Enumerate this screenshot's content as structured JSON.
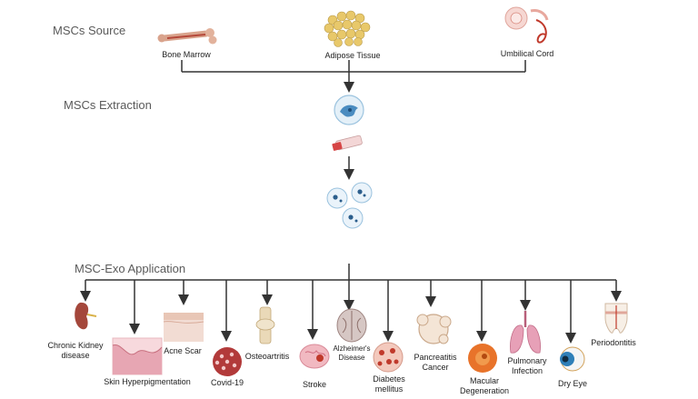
{
  "sections": {
    "source": "MSCs Source",
    "extraction": "MSCs Extraction",
    "application": "MSC-Exo Application"
  },
  "sources": {
    "bone_marrow": "Bone Marrow",
    "adipose": "Adipose Tissue",
    "umbilical": "Umbilical Cord"
  },
  "applications": {
    "ckd": "Chronic Kidney disease",
    "skin": "Skin Hyperpigmentation",
    "acne": "Acne Scar",
    "covid": "Covid-19",
    "oa": "Osteoartritis",
    "stroke": "Stroke",
    "alz": "Alzheimer's Disease",
    "diabetes": "Diabetes mellitus",
    "pancreatitis": "Pancreatitis Cancer",
    "macular": "Macular Degeneration",
    "pulmonary": "Pulmonary Infection",
    "dryeye": "Dry Eye",
    "perio": "Periodontitis"
  },
  "colors": {
    "line": "#333333",
    "tissue_red": "#c0392b",
    "fat_yellow": "#e8c86a",
    "cell_blue": "#a9d4ee"
  }
}
